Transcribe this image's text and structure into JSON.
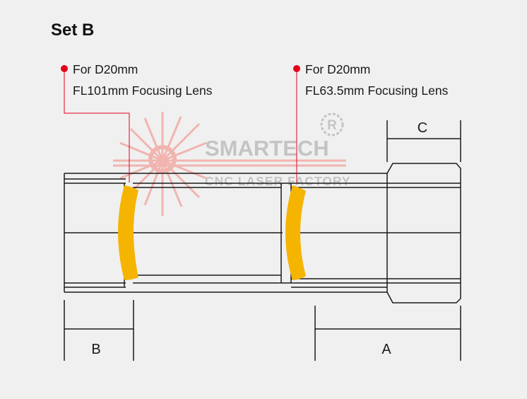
{
  "title": "Set B",
  "callouts": [
    {
      "line1": "For D20mm",
      "line2": "FL101mm Focusing Lens"
    },
    {
      "line1": "For D20mm",
      "line2": "FL63.5mm Focusing Lens"
    }
  ],
  "dimensions": {
    "a": "A",
    "b": "B",
    "c": "C"
  },
  "watermark": {
    "brand": "SMARTECH",
    "tagline": "CNC LASER FACTORY",
    "registered": "R"
  },
  "colors": {
    "background": "#f0f0f0",
    "line": "#1a1a1a",
    "lens": "#f5b400",
    "callout_marker": "#e3001b",
    "watermark_rays": "#f2aaa4",
    "watermark_text": "#bdbdbd"
  }
}
